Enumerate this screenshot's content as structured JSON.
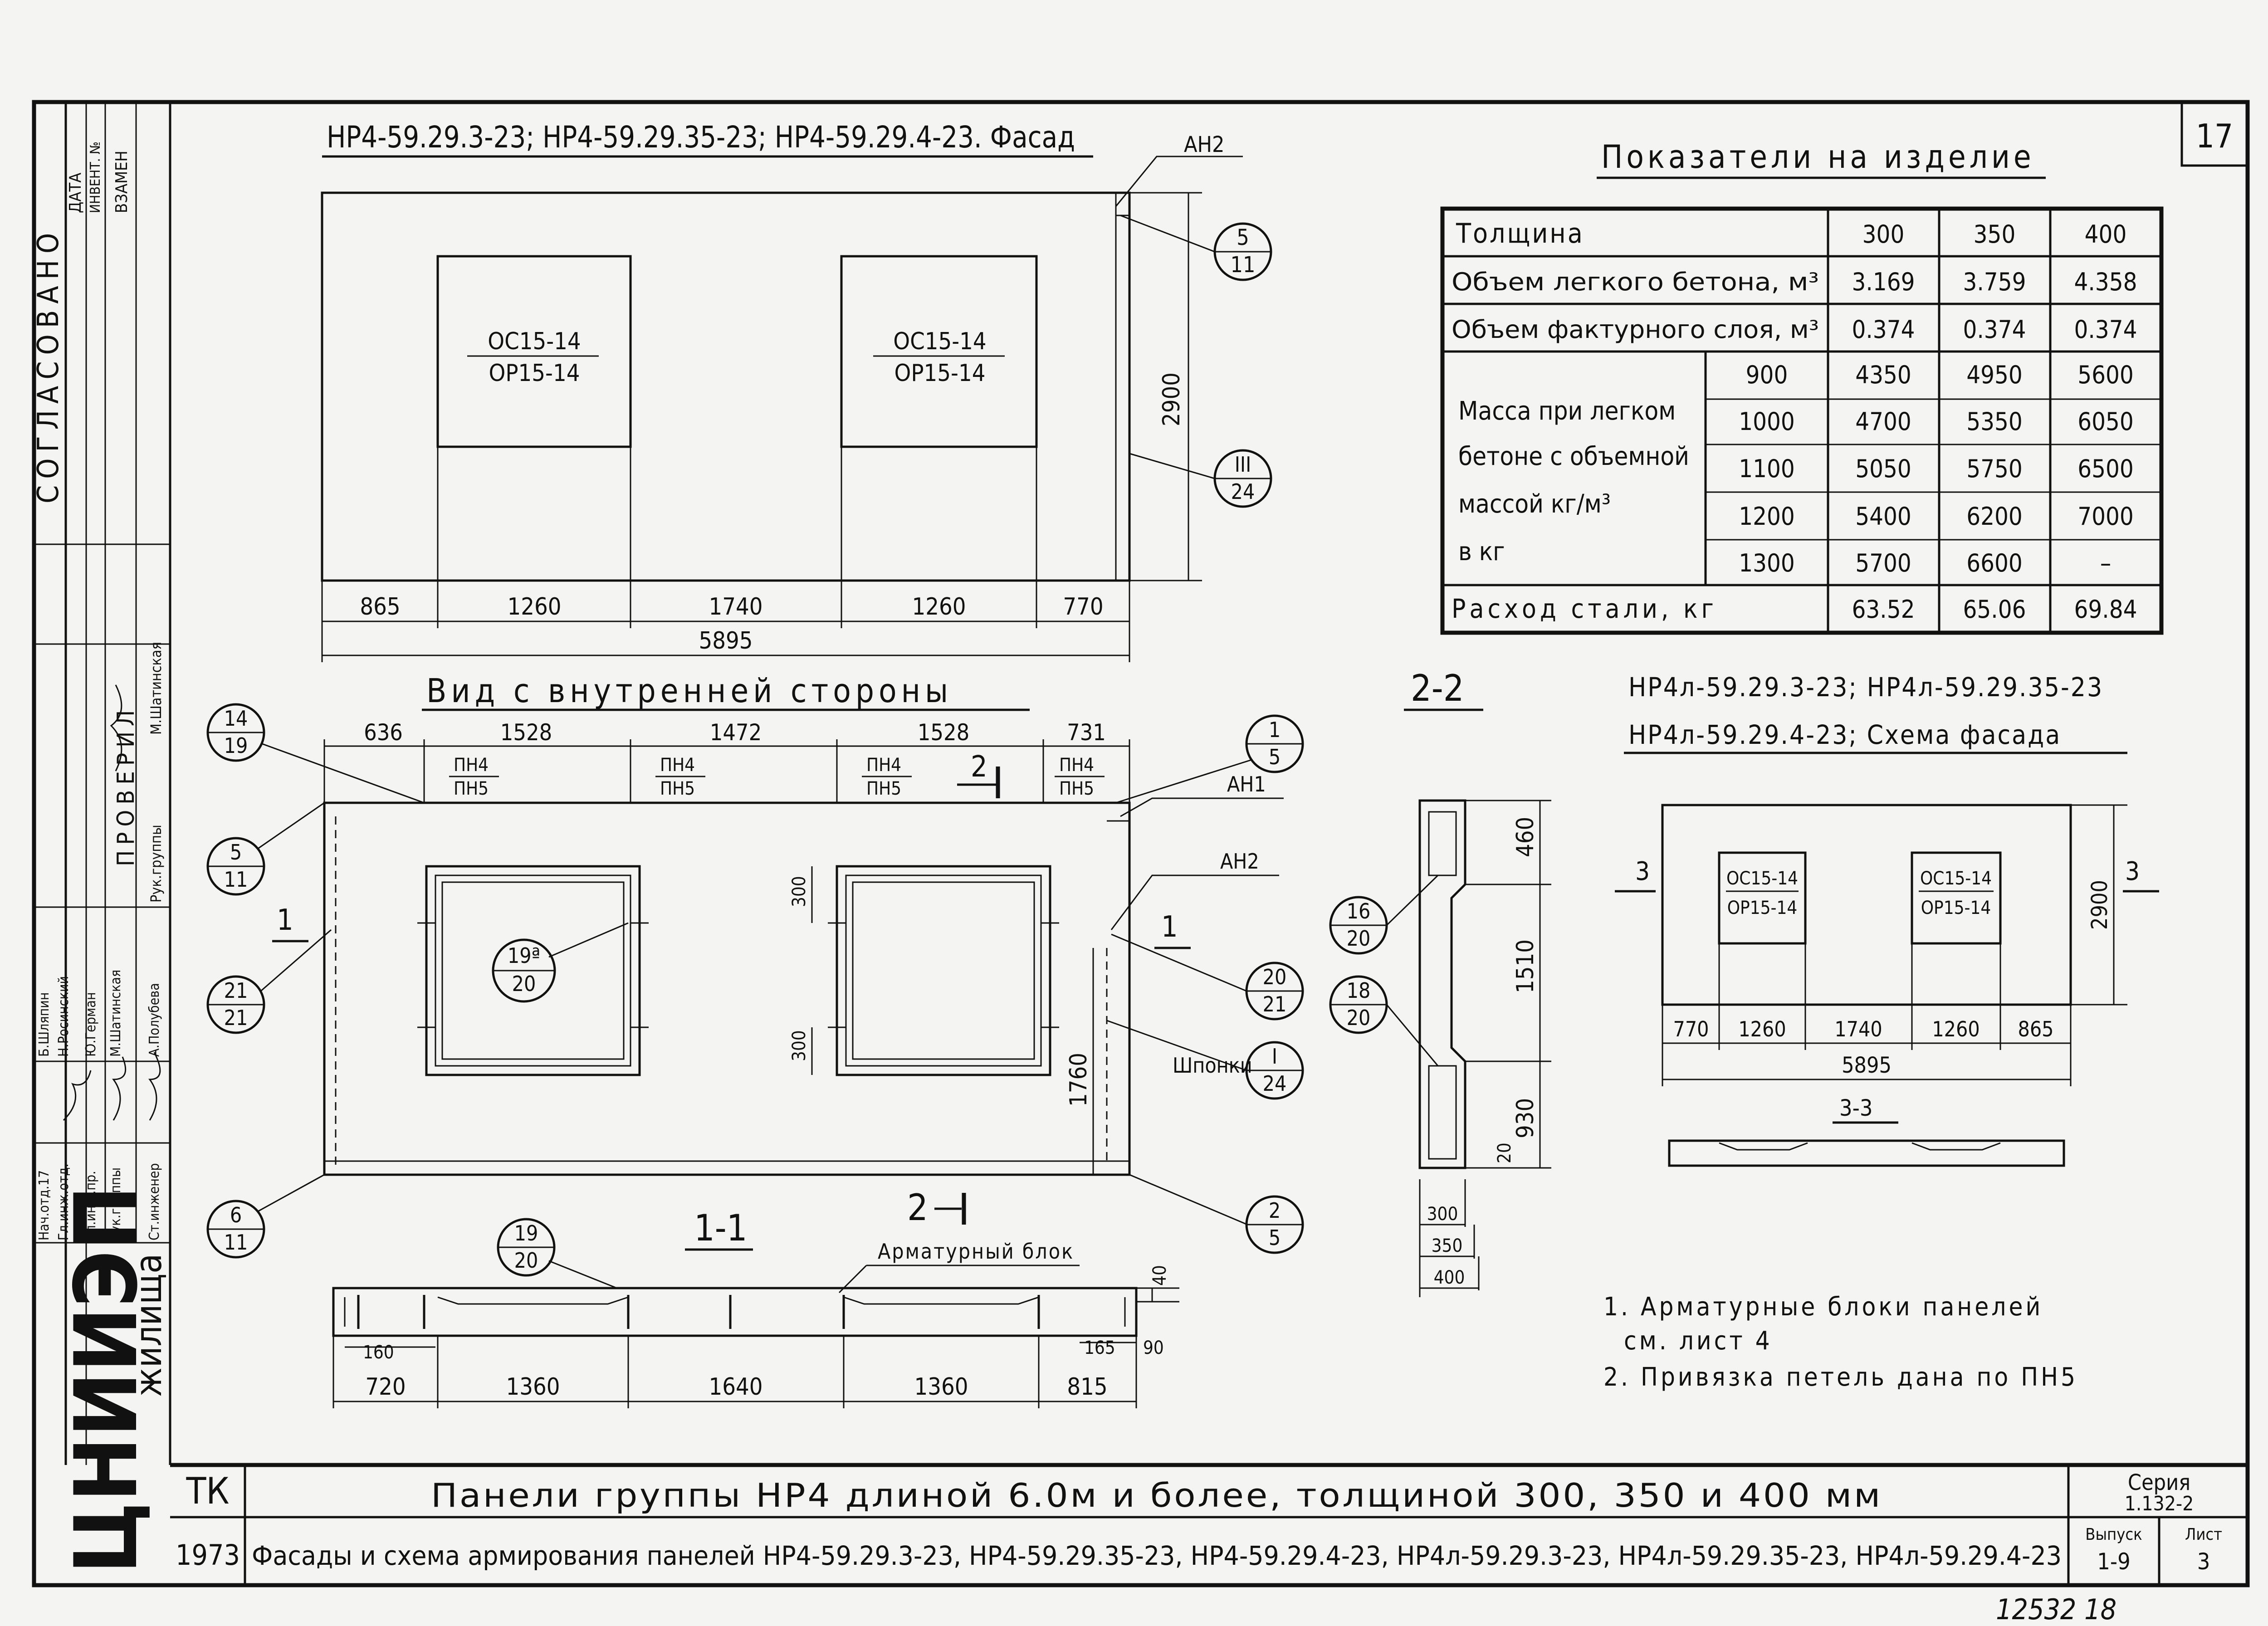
{
  "sheet": {
    "page_number": "17",
    "handwritten_number": "12532  18",
    "series_label": "Серия",
    "series_value": "1.132-2",
    "issue_label": "Выпуск",
    "issue_value": "1-9",
    "sheet_label": "Лист",
    "sheet_value": "3",
    "tk_label": "ТК",
    "year": "1973",
    "title_line1": "Панели группы НР4 длиной 6.0м и более, толщиной 300, 350 и 400 мм",
    "title_line2": "Фасады и схема армирования панелей НР4-59.29.3-23, НР4-59.29.35-23, НР4-59.29.4-23, НР4л-59.29.3-23, НР4л-59.29.35-23, НР4л-59.29.4-23",
    "org_logo": "ЦНИИЭП",
    "org_suffix": "жилища"
  },
  "left_stamp": {
    "agreed_label": "СОГЛАСОВАНО",
    "cols": [
      "ДАТА",
      "ИНВЕНТ. №",
      "ВЗАМЕН"
    ],
    "checked_label": "ПРОВЕРИЛ",
    "checked_role": "Рук.группы",
    "checked_name": "М.Шатинская",
    "roles": [
      "Нач.отд.17",
      "Гл.инж.отд.",
      "Гл.инж.пр.",
      "Рук.группы",
      "Ст.инженер"
    ],
    "names": [
      "Б.Шляпин",
      "Н.Росинский",
      "Ю.Герман",
      "М.Шатинская",
      "А.Полубева"
    ]
  },
  "facade": {
    "title": "НР4-59.29.3-23; НР4-59.29.35-23; НР4-59.29.4-23. Фасад",
    "window1_top": "ОС15-14",
    "window1_bottom": "ОР15-14",
    "window2_top": "ОС15-14",
    "window2_bottom": "ОР15-14",
    "ah2": "АН2",
    "height": "2900",
    "callout_5": {
      "top": "5",
      "bottom": "11"
    },
    "callout_iii": {
      "top": "III",
      "bottom": "24"
    },
    "dims": [
      "865",
      "1260",
      "1740",
      "1260",
      "770"
    ],
    "total": "5895"
  },
  "inner": {
    "title": "Вид с внутренней стороны",
    "dims": [
      "636",
      "1528",
      "1472",
      "1528",
      "731"
    ],
    "loop_top": "ПН4",
    "loop_bottom": "ПН5",
    "section_2": "2",
    "ah1": "АН1",
    "ah2": "АН2",
    "dim_300a": "300",
    "dim_300b": "300",
    "height": "1760",
    "keys_label": "Шпонки",
    "section_1": "1",
    "callouts": [
      {
        "top": "14",
        "bottom": "19"
      },
      {
        "top": "5",
        "bottom": "11"
      },
      {
        "top": "21",
        "bottom": "21"
      },
      {
        "top": "6",
        "bottom": "11"
      },
      {
        "top": "1",
        "bottom": "5"
      },
      {
        "top": "20",
        "bottom": "21"
      },
      {
        "top": "I",
        "bottom": "24"
      },
      {
        "top": "2",
        "bottom": "5"
      },
      {
        "top": "19ª",
        "bottom": "20"
      }
    ]
  },
  "section11": {
    "title": "1-1",
    "section_mark": "2",
    "block_label": "Арматурный блок",
    "callout": {
      "top": "19",
      "bottom": "20"
    },
    "dim_40": "40",
    "dim_160": "160",
    "dim_165": "165",
    "dim_90": "90",
    "dims": [
      "720",
      "1360",
      "1640",
      "1360",
      "815"
    ]
  },
  "section22": {
    "title": "2-2",
    "dims_v": [
      "460",
      "1510",
      "930"
    ],
    "dim_20": "20",
    "thicknesses": [
      "300",
      "350",
      "400"
    ],
    "callout_16": {
      "top": "16",
      "bottom": "20"
    },
    "callout_18": {
      "top": "18",
      "bottom": "20"
    }
  },
  "table": {
    "title": "Показатели на изделие",
    "header_label": "Толщина",
    "thicknesses": [
      "300",
      "350",
      "400"
    ],
    "volume_light_label": "Объем легкого бетона, м³",
    "volume_light": [
      "3.169",
      "3.759",
      "4.358"
    ],
    "volume_facing_label": "Объем фактурного слоя, м³",
    "volume_facing": [
      "0.374",
      "0.374",
      "0.374"
    ],
    "mass_label_lines": [
      "Масса при легком",
      "бетоне с объемной",
      "массой кг/м³",
      "в кг"
    ],
    "densities": [
      "900",
      "1000",
      "1100",
      "1200",
      "1300"
    ],
    "mass_rows": [
      [
        "4350",
        "4950",
        "5600"
      ],
      [
        "4700",
        "5350",
        "6050"
      ],
      [
        "5050",
        "5750",
        "6500"
      ],
      [
        "5400",
        "6200",
        "7000"
      ],
      [
        "5700",
        "6600",
        "–"
      ]
    ],
    "steel_label": "Расход стали, кг",
    "steel": [
      "63.52",
      "65.06",
      "69.84"
    ]
  },
  "scheme": {
    "title_line1": "НР4л-59.29.3-23; НР4л-59.29.35-23",
    "title_line2": "НР4л-59.29.4-23; Схема фасада",
    "window1_top": "ОС15-14",
    "window1_bottom": "ОР15-14",
    "window2_top": "ОС15-14",
    "window2_bottom": "ОР15-14",
    "height": "2900",
    "mark3": "3",
    "dims": [
      "770",
      "1260",
      "1740",
      "1260",
      "865"
    ],
    "total": "5895",
    "section_title": "3-3"
  },
  "notes": [
    "1. Арматурные блоки панелей",
    "см. лист 4",
    "2. Привязка петель дана по ПН5"
  ]
}
